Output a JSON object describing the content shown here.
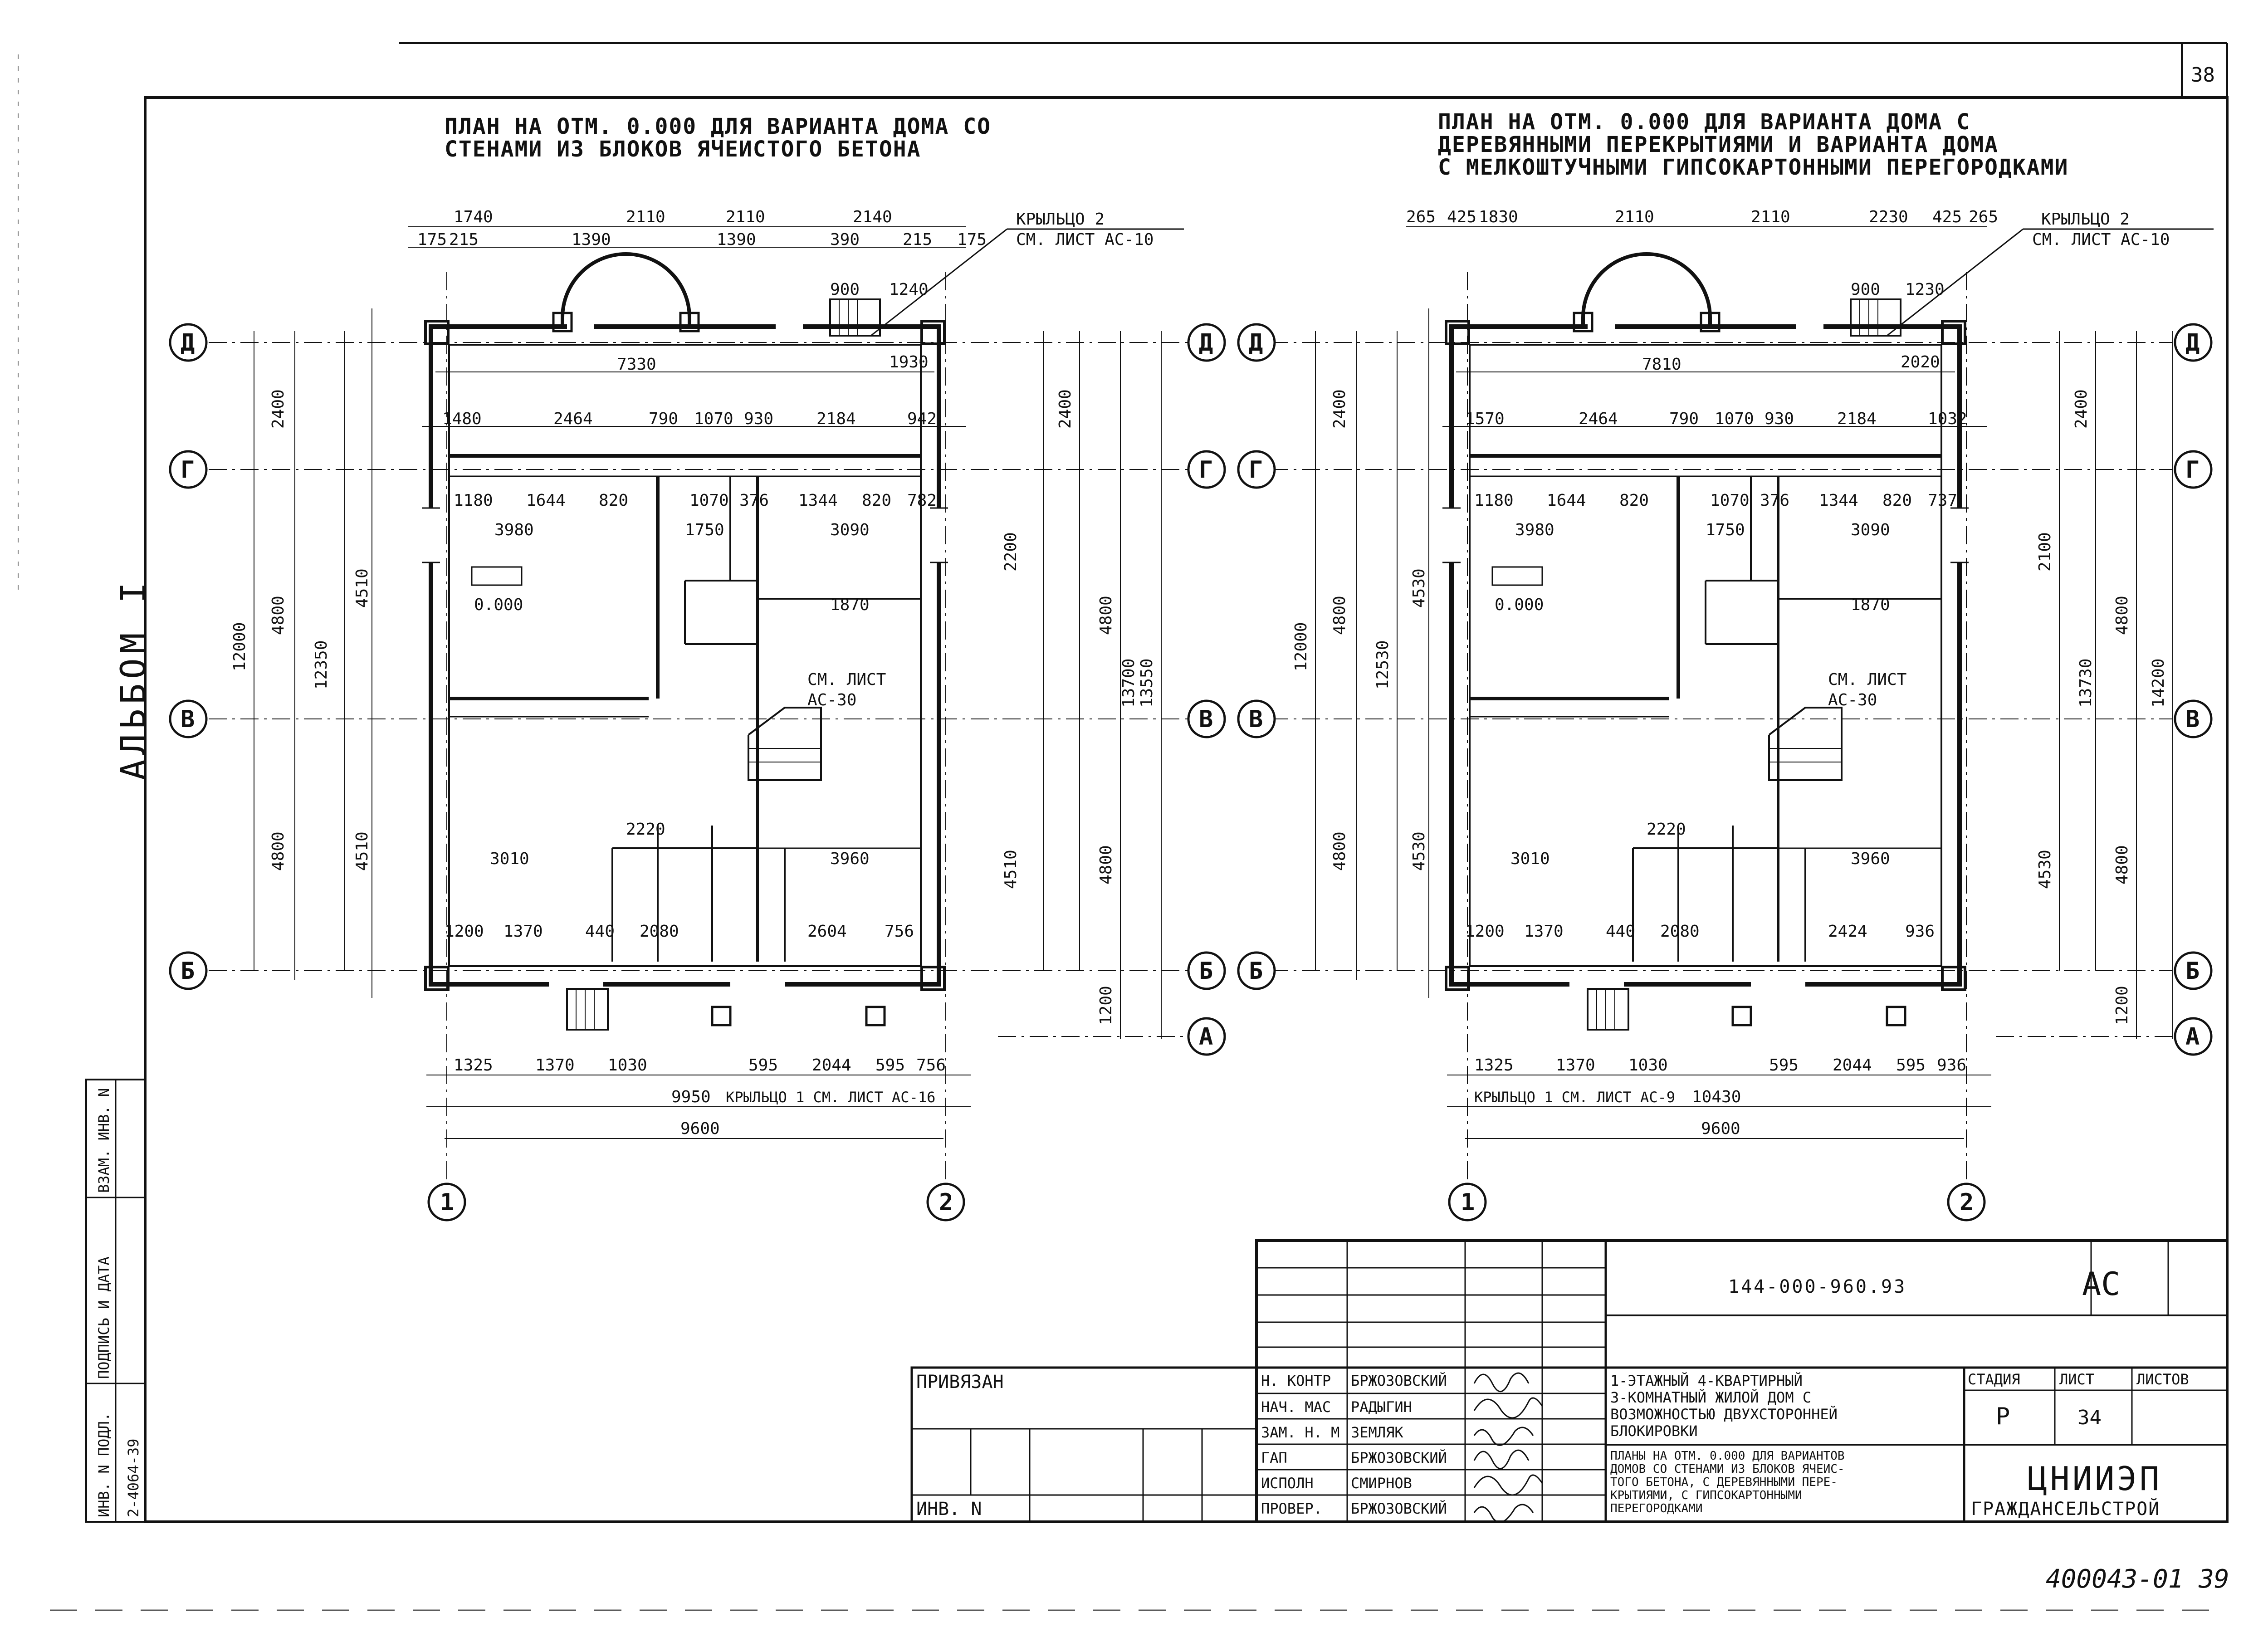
{
  "sheet": {
    "sheet_number": "38",
    "album": "АЛЬБОМ I",
    "footer_code": "400043-01 39",
    "stamp_cells": [
      "ИНВ. N ПОДЛ.",
      "ПОДПИСЬ И ДАТА",
      "ВЗАМ. ИНВ. N",
      "2-4064-39"
    ]
  },
  "plan_left": {
    "title_line1": "ПЛАН НА ОТМ. 0.000 ДЛЯ ВАРИАНТА ДОМА СО",
    "title_line2": "СТЕНАМИ ИЗ БЛОКОВ ЯЧЕИСТОГО БЕТОНА",
    "porch2_line1": "КРЫЛЬЦО 2",
    "porch2_line2": "СМ. ЛИСТ АС-10",
    "porch1": "КРЫЛЬЦО 1 СМ. ЛИСТ АС-16",
    "stair_ref_line1": "СМ. ЛИСТ",
    "stair_ref_line2": "АС-30",
    "level": "0.000",
    "top_dims": [
      "1740",
      "2110",
      "2110",
      "2140"
    ],
    "top_sub_dims": [
      "175",
      "215",
      "1390",
      "1390",
      "390",
      "215",
      "175"
    ],
    "porch_dims": [
      "900",
      "1240",
      "1930",
      "7330"
    ],
    "wall_dims": [
      "1480",
      "2464",
      "790",
      "1070",
      "930",
      "2184",
      "942"
    ],
    "room_top_dims": [
      "1180",
      "1644",
      "820",
      "1070",
      "376",
      "1344",
      "820",
      "782"
    ],
    "room_widths": [
      "3980",
      "1750",
      "3090",
      "1870"
    ],
    "room_bottom_dims": [
      "3010",
      "2220",
      "3960"
    ],
    "bottom_wall_dims": [
      "1200",
      "1370",
      "440",
      "2080",
      "2604",
      "756"
    ],
    "bottom_dims": [
      "1325",
      "1370",
      "1030",
      "595",
      "2044",
      "595",
      "756"
    ],
    "overall": [
      "9950",
      "9600"
    ],
    "left_dims": [
      "2400",
      "4800",
      "12000",
      "12350",
      "4510",
      "4800",
      "4510"
    ],
    "right_dims": [
      "2400",
      "2200",
      "4800",
      "13550",
      "4510",
      "4800",
      "1200",
      "13700"
    ]
  },
  "plan_right": {
    "title_line1": "ПЛАН НА ОТМ. 0.000 ДЛЯ ВАРИАНТА ДОМА С",
    "title_line2": "ДЕРЕВЯННЫМИ ПЕРЕКРЫТИЯМИ И ВАРИАНТА ДОМА",
    "title_line3": "С МЕЛКОШТУЧНЫМИ ГИПСОКАРТОННЫМИ ПЕРЕГОРОДКАМИ",
    "porch2_line1": "КРЫЛЬЦО 2",
    "porch2_line2": "СМ. ЛИСТ АС-10",
    "porch1": "КРЫЛЬЦО 1 СМ. ЛИСТ АС-9",
    "stair_ref_line1": "СМ. ЛИСТ",
    "stair_ref_line2": "АС-30",
    "level": "0.000",
    "top_dims": [
      "265",
      "425",
      "1830",
      "2110",
      "2110",
      "2230",
      "425",
      "265"
    ],
    "porch_dims": [
      "900",
      "1230",
      "2020",
      "7810"
    ],
    "wall_dims": [
      "1570",
      "2464",
      "790",
      "1070",
      "930",
      "2184",
      "1032"
    ],
    "room_top_dims": [
      "1180",
      "1644",
      "820",
      "1070",
      "376",
      "1344",
      "820",
      "737"
    ],
    "room_widths": [
      "3980",
      "1750",
      "3090",
      "1870"
    ],
    "room_bottom_dims": [
      "3010",
      "2220",
      "3960"
    ],
    "bottom_wall_dims": [
      "1200",
      "1370",
      "440",
      "2080",
      "2424",
      "936"
    ],
    "bottom_dims": [
      "1325",
      "1370",
      "1030",
      "595",
      "2044",
      "595",
      "936"
    ],
    "overall": [
      "10430",
      "9600"
    ],
    "left_dims": [
      "2400",
      "4800",
      "12000",
      "12530",
      "4530",
      "4800",
      "4530"
    ],
    "right_dims": [
      "2400",
      "2100",
      "4800",
      "13730",
      "4530",
      "4800",
      "1200",
      "14200"
    ]
  },
  "axes": {
    "rows": [
      "Д",
      "Г",
      "В",
      "Б",
      "А"
    ],
    "cols": [
      "1",
      "2"
    ]
  },
  "title_block": {
    "doc_code": "144-000-960.93",
    "doc_mark": "АС",
    "tied": "ПРИВЯЗАН",
    "inv": "ИНВ. N",
    "roles": [
      "Н. КОНТР",
      "НАЧ. МАС",
      "ЗАМ. Н. М",
      "ГАП",
      "ИСПОЛН",
      "ПРОВЕР."
    ],
    "names": [
      "БРЖОЗОВСКИЙ",
      "РАДЫГИН",
      "ЗЕМЛЯК",
      "БРЖОЗОВСКИЙ",
      "СМИРНОВ",
      "БРЖОЗОВСКИЙ"
    ],
    "project_line1": "1-ЭТАЖНЫЙ 4-КВАРТИРНЫЙ",
    "project_line2": "3-КОМНАТНЫЙ ЖИЛОЙ ДОМ С",
    "project_line3": "ВОЗМОЖНОСТЬЮ ДВУХСТОРОННЕЙ",
    "project_line4": "БЛОКИРОВКИ",
    "sheet_title_line1": "ПЛАНЫ НА ОТМ. 0.000 ДЛЯ ВАРИАНТОВ",
    "sheet_title_line2": "ДОМОВ СО СТЕНАМИ ИЗ БЛОКОВ ЯЧЕИС-",
    "sheet_title_line3": "ТОГО БЕТОНА, С ДЕРЕВЯННЫМИ ПЕРЕ-",
    "sheet_title_line4": "КРЫТИЯМИ, С ГИПСОКАРТОННЫМИ",
    "sheet_title_line5": "ПЕРЕГОРОДКАМИ",
    "stage_label": "СТАДИЯ",
    "sheet_label": "ЛИСТ",
    "sheets_label": "ЛИСТОВ",
    "stage": "Р",
    "sheet": "34",
    "org_line1": "ЦНИИЭП",
    "org_line2": "ГРАЖДАНСЕЛЬСТРОЙ"
  }
}
